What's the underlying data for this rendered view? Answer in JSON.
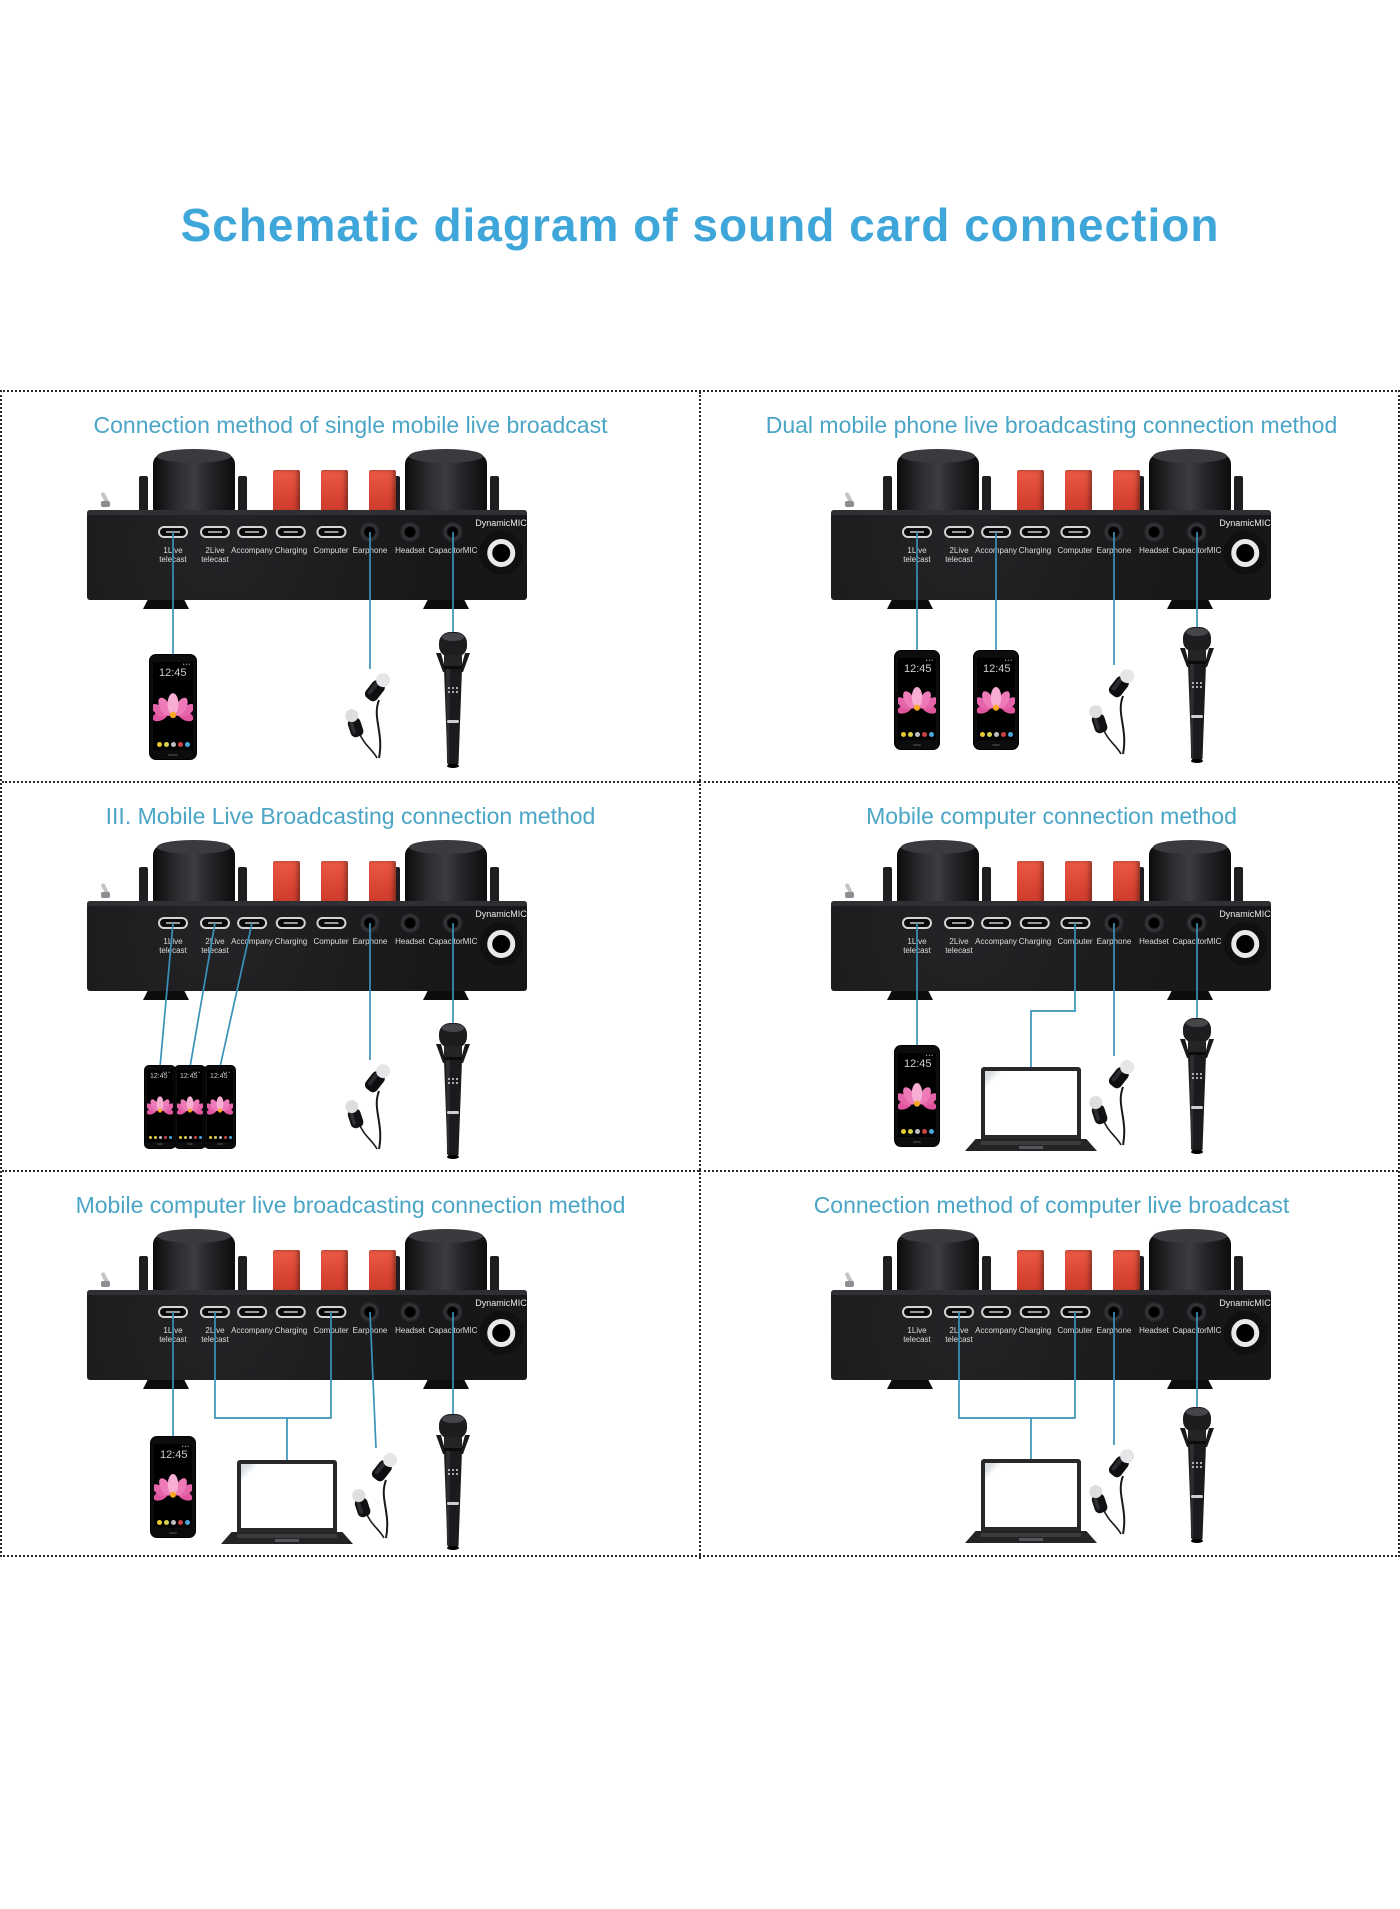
{
  "page_title": "Schematic diagram of sound card connection",
  "colors": {
    "page_title": "#3fa6da",
    "panel_title": "#4aa5c6",
    "connection_line": "#3a92b8",
    "card_button_red": "#e05843",
    "card_body": "#1a1a1c"
  },
  "card": {
    "dynamic_mic_label": "DynamicMIC",
    "ports": [
      {
        "line1": "1Live",
        "line2": "telecast",
        "type": "micro-usb"
      },
      {
        "line1": "2Live",
        "line2": "telecast",
        "type": "micro-usb"
      },
      {
        "line1": "Accompany",
        "line2": "",
        "type": "micro-usb"
      },
      {
        "line1": "Charging",
        "line2": "",
        "type": "micro-usb"
      },
      {
        "line1": "Computer",
        "line2": "",
        "type": "micro-usb"
      },
      {
        "line1": "Earphone",
        "line2": "",
        "type": "3.5mm-jack"
      },
      {
        "line1": "Headset",
        "line2": "",
        "type": "3.5mm-jack"
      },
      {
        "line1": "CapacitorMIC",
        "line2": "",
        "type": "3.5mm-jack"
      }
    ]
  },
  "phone": {
    "time": "12:45",
    "status_dots": "•••"
  },
  "panels": [
    {
      "title": "Connection method of single mobile live broadcast",
      "devices": [
        "mobile phone",
        "earphones",
        "dynamic microphone"
      ],
      "connections": [
        {
          "port": "1Live telecast",
          "device": "mobile phone"
        },
        {
          "port": "Earphone",
          "device": "earphones"
        },
        {
          "port": "CapacitorMIC",
          "device": "dynamic microphone"
        }
      ]
    },
    {
      "title": "Dual mobile phone live broadcasting connection method",
      "devices": [
        "mobile phone 1",
        "mobile phone 2",
        "earphones",
        "dynamic microphone"
      ],
      "connections": [
        {
          "port": "1Live telecast",
          "device": "mobile phone 1"
        },
        {
          "port": "Accompany",
          "device": "mobile phone 2"
        },
        {
          "port": "Earphone",
          "device": "earphones"
        },
        {
          "port": "CapacitorMIC",
          "device": "dynamic microphone"
        }
      ]
    },
    {
      "title": "III. Mobile Live Broadcasting connection method",
      "devices": [
        "mobile phone 1",
        "mobile phone 2",
        "mobile phone 3",
        "earphones",
        "dynamic microphone"
      ],
      "connections": [
        {
          "port": "1Live telecast",
          "device": "mobile phone 1"
        },
        {
          "port": "2Live telecast",
          "device": "mobile phone 2"
        },
        {
          "port": "Accompany",
          "device": "mobile phone 3"
        },
        {
          "port": "Earphone",
          "device": "earphones"
        },
        {
          "port": "CapacitorMIC",
          "device": "dynamic microphone"
        }
      ]
    },
    {
      "title": "Mobile computer connection method",
      "devices": [
        "mobile phone",
        "laptop",
        "earphones",
        "dynamic microphone"
      ],
      "connections": [
        {
          "port": "1Live telecast",
          "device": "mobile phone"
        },
        {
          "port": "Computer",
          "device": "laptop"
        },
        {
          "port": "Earphone",
          "device": "earphones"
        },
        {
          "port": "CapacitorMIC",
          "device": "dynamic microphone"
        }
      ]
    },
    {
      "title": "Mobile computer live broadcasting connection method",
      "devices": [
        "mobile phone",
        "laptop",
        "earphones",
        "dynamic microphone"
      ],
      "connections": [
        {
          "port": "1Live telecast",
          "device": "mobile phone"
        },
        {
          "port": "2Live telecast",
          "device": "laptop"
        },
        {
          "port": "Computer",
          "device": "laptop"
        },
        {
          "port": "Earphone",
          "device": "earphones"
        },
        {
          "port": "CapacitorMIC",
          "device": "dynamic microphone"
        }
      ]
    },
    {
      "title": "Connection method of computer live broadcast",
      "devices": [
        "laptop",
        "earphones",
        "dynamic microphone"
      ],
      "connections": [
        {
          "port": "2Live telecast",
          "device": "laptop"
        },
        {
          "port": "Computer",
          "device": "laptop"
        },
        {
          "port": "Earphone",
          "device": "earphones"
        },
        {
          "port": "CapacitorMIC",
          "device": "dynamic microphone"
        }
      ]
    }
  ]
}
